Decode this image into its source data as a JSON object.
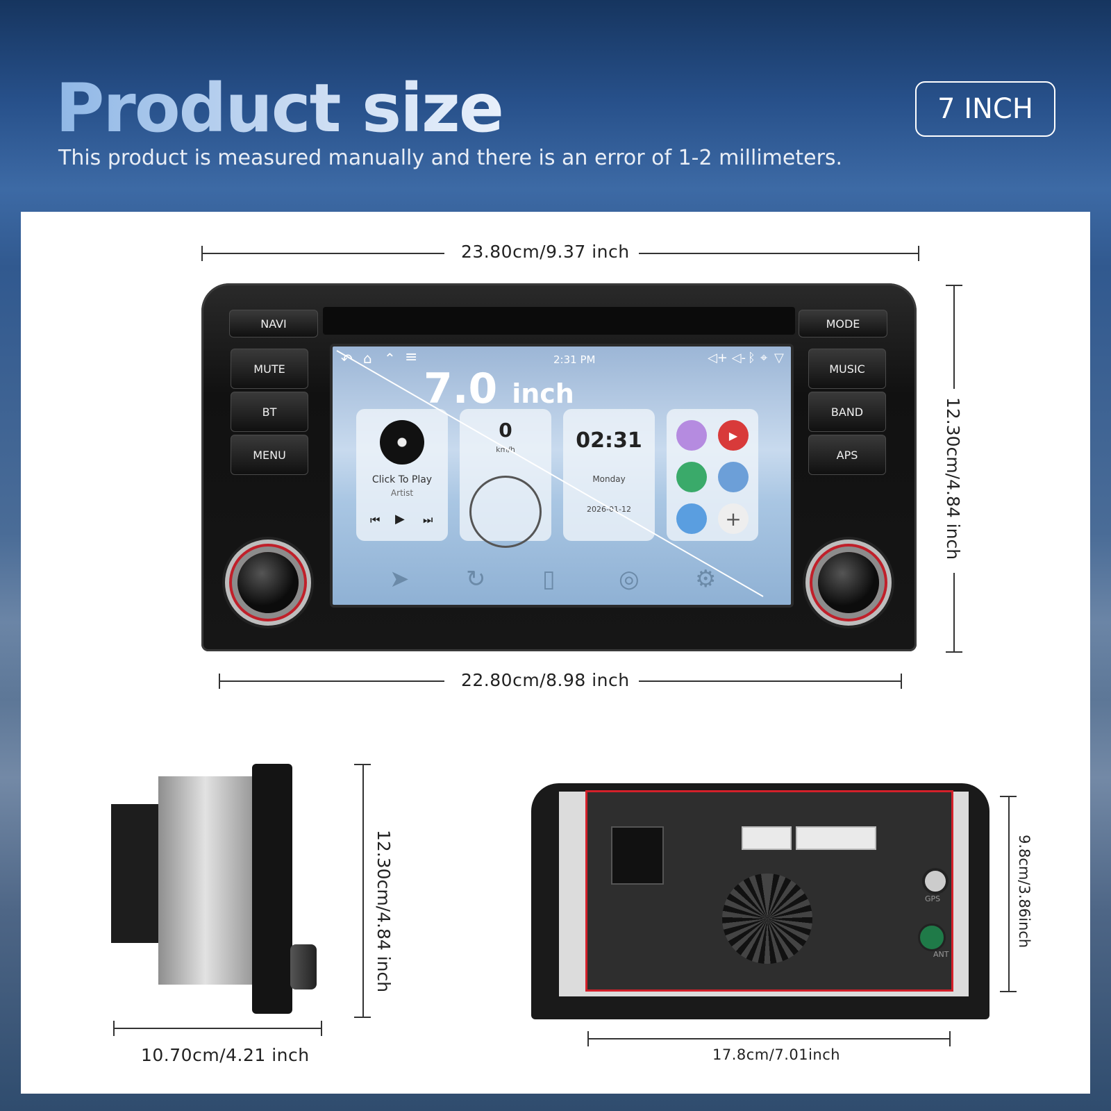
{
  "header": {
    "title": "Product size",
    "subtitle": "This product is measured manually and there is an error of 1-2 millimeters.",
    "badge": "7 INCH"
  },
  "front_view": {
    "top_width": "23.80cm/9.37 inch",
    "bottom_width": "22.80cm/8.98 inch",
    "height": "12.30cm/4.84 inch",
    "screen_size": "7.0",
    "screen_unit": "inch"
  },
  "device_buttons": {
    "navi": "NAVI",
    "mode": "MODE",
    "mute": "MUTE",
    "bt": "BT",
    "menu": "MENU",
    "music": "MUSIC",
    "band": "BAND",
    "aps": "APS"
  },
  "screen_ui": {
    "time": "2:31 PM",
    "music_title": "Click To Play",
    "music_artist": "Artist",
    "speed": "0",
    "speed_unit": "km/h",
    "clock": "02:31",
    "day": "Monday",
    "date": "2026-01-12"
  },
  "side_view": {
    "depth": "10.70cm/4.21 inch",
    "height": "12.30cm/4.84 inch"
  },
  "back_view": {
    "width": "17.8cm/7.01inch",
    "height": "9.8cm/3.86inch",
    "gps_label": "GPS",
    "ant_label": "ANT"
  },
  "colors": {
    "background_top": "#16355f",
    "accent_red": "#d3202a",
    "panel": "#ffffff"
  }
}
